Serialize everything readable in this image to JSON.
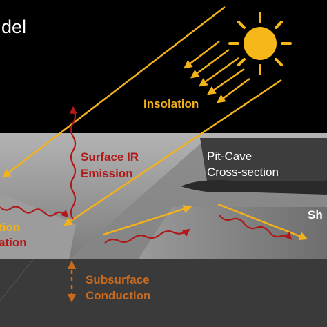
{
  "title_fragment": "del",
  "labels": {
    "insolation": "Insolation",
    "surface_ir_line1": "Surface IR",
    "surface_ir_line2": "Emission",
    "pit_cave_line1": "Pit-Cave",
    "pit_cave_line2": "Cross-section",
    "cut_left_top": "tion",
    "cut_left_bottom": "ation",
    "cut_right": "Sh",
    "subsurface_line1": "Subsurface",
    "subsurface_line2": "Conduction"
  },
  "colors": {
    "sky": "#000000",
    "sun": "#f5b719",
    "insolation": "#f3b21c",
    "ir_emission": "#b01919",
    "conduction": "#c96a1f",
    "rock": "#8f8f8f",
    "subsurface": "#3a3a3a"
  },
  "icons": [
    "sun-icon"
  ]
}
